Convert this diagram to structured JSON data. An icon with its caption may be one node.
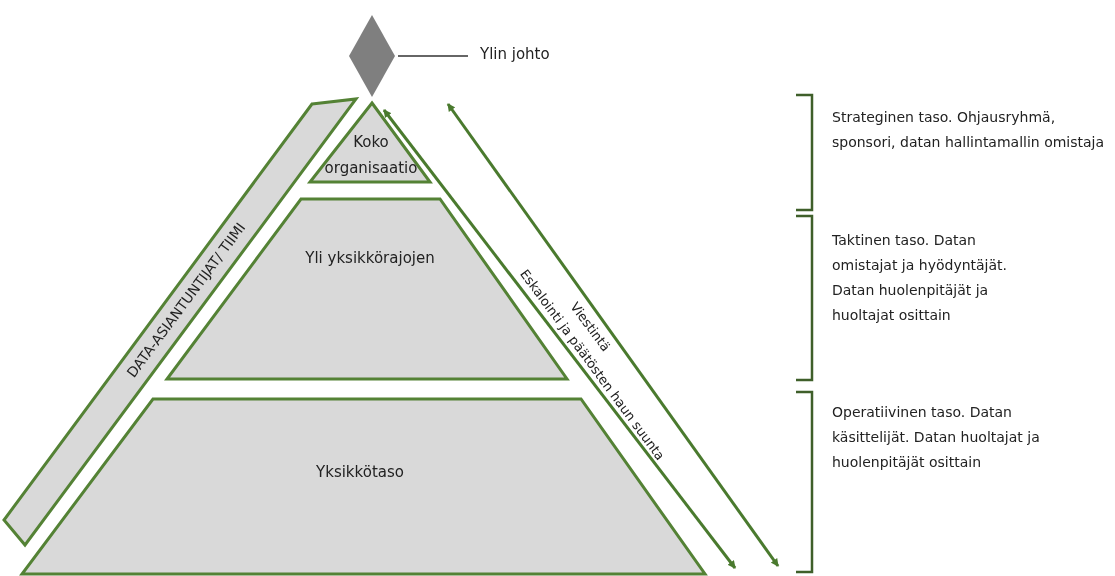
{
  "diagram": {
    "nodes": [
      {
        "text": [],
        "shape": "diamond"
      },
      {
        "text": [
          "Ylin johto"
        ]
      },
      {
        "text": [
          "Koko organisaatio"
        ]
      },
      {
        "text": [
          "Yli yksikkörajojen"
        ]
      },
      {
        "text": [
          "Yksikkötaso"
        ]
      },
      {
        "text": [
          "DATA-ASIANTUNTIJAT/ TIIMI"
        ]
      }
    ],
    "edges": [
      {
        "from": 1,
        "to": 0,
        "arrow": "none"
      }
    ],
    "labels": [
      "Strateginen taso. Ohjausryhmä, sponsori, datan hallintamallin omistaja",
      "Taktinen taso. Datan omistajat ja hyödyntäjät. Datan huolenpitäjät ja huoltajat osittain",
      "Operatiivinen taso. Datan käsittelijät. Datan huoltajat ja huolenpitäjät osittain",
      "Eskalointi ja päätösten haun suunta",
      "Viestintä"
    ]
  }
}
